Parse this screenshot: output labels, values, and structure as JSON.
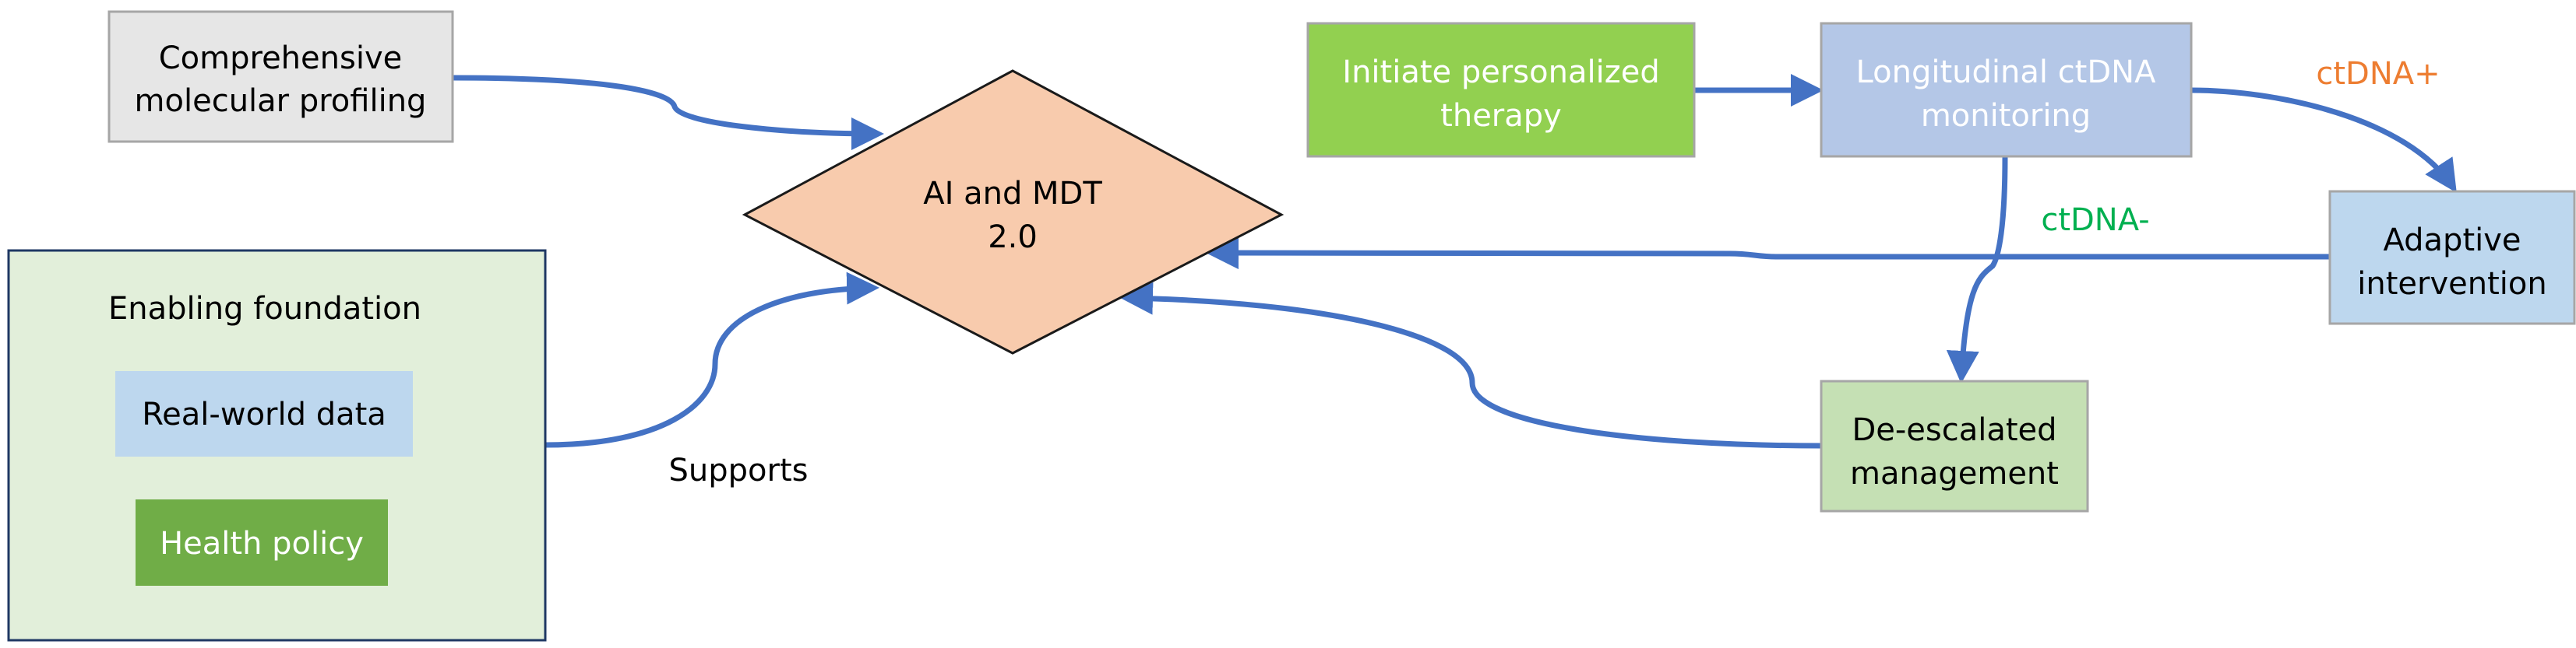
{
  "nodes": {
    "profiling": {
      "line1": "Comprehensive",
      "line2": "molecular profiling",
      "fill": "#e6e6e6"
    },
    "hub": {
      "line1": "AI and MDT",
      "line2": "2.0",
      "fill": "#f8cbad"
    },
    "foundation": {
      "title": "Enabling foundation",
      "fill": "#e2efda"
    },
    "real_world_data": {
      "label": "Real-world data",
      "fill": "#bdd7ee"
    },
    "health_policy": {
      "label": "Health policy",
      "fill": "#70ad47"
    },
    "therapy": {
      "line1": "Initiate personalized",
      "line2": "therapy",
      "fill": "#92d050"
    },
    "monitoring": {
      "line1": "Longitudinal ctDNA",
      "line2": "monitoring",
      "fill": "#b4c7e7"
    },
    "adaptive": {
      "line1": "Adaptive",
      "line2": "intervention",
      "fill": "#bdd7ee"
    },
    "deescalated": {
      "line1": "De-escalated",
      "line2": "management",
      "fill": "#c5e0b4"
    }
  },
  "labels": {
    "supports": "Supports",
    "ctdna_pos": "ctDNA+",
    "ctdna_neg": "ctDNA-"
  },
  "colors": {
    "connector": "#4472c4",
    "ctdna_pos": "#ed7d31",
    "ctdna_neg": "#00b050"
  }
}
